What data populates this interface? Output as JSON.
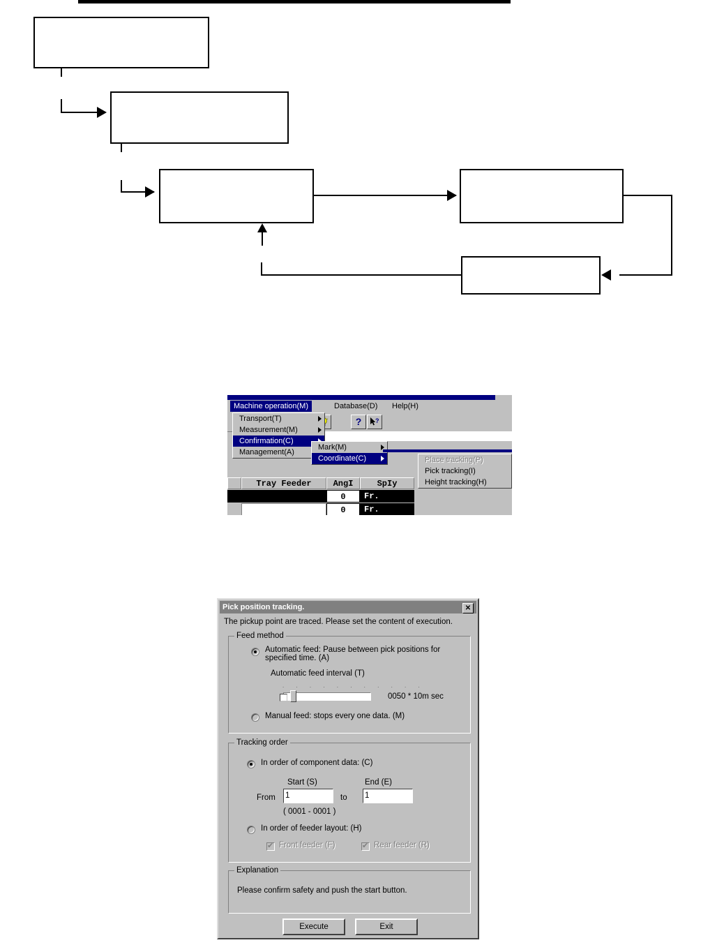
{
  "flowchart": {
    "boxes": [
      {
        "id": "box-1",
        "label": ""
      },
      {
        "id": "box-2",
        "label": ""
      },
      {
        "id": "box-3",
        "label": ""
      },
      {
        "id": "box-4",
        "label": ""
      },
      {
        "id": "box-5",
        "label": ""
      }
    ]
  },
  "menu_screenshot": {
    "menubar": [
      {
        "label": "Machine operation(M)",
        "selected": true
      },
      {
        "label": "Database(D)",
        "selected": false
      },
      {
        "label": "Help(H)",
        "selected": false
      }
    ],
    "toolbar": [
      {
        "icon": "lightbulb-icon"
      },
      {
        "icon": "question-mark-icon"
      },
      {
        "icon": "help-pointer-icon"
      }
    ],
    "menu_machine_operation": [
      {
        "label": "Transport(T)",
        "selected": false,
        "disabled": false,
        "submenu": true
      },
      {
        "label": "Measurement(M)",
        "selected": false,
        "disabled": false,
        "submenu": true
      },
      {
        "label": "Confirmation(C)",
        "selected": true,
        "disabled": false,
        "submenu": true
      },
      {
        "label": "Management(A)",
        "selected": false,
        "disabled": false,
        "submenu": true
      }
    ],
    "menu_confirmation": [
      {
        "label": "Mark(M)",
        "selected": false,
        "disabled": false,
        "submenu": true
      },
      {
        "label": "Coordinate(C)",
        "selected": true,
        "disabled": false,
        "submenu": true
      }
    ],
    "menu_coordinate": [
      {
        "label": "Place tracking(P)",
        "selected": false,
        "disabled": true,
        "submenu": false
      },
      {
        "label": "Pick tracking(I)",
        "selected": false,
        "disabled": false,
        "submenu": false
      },
      {
        "label": "Height tracking(H)",
        "selected": false,
        "disabled": false,
        "submenu": false
      }
    ],
    "grid": {
      "headers": [
        "Tray Feeder",
        "AngI",
        "SpIy"
      ],
      "rows": [
        {
          "tray_feeder": "",
          "angle": "0",
          "supply": "Fr."
        },
        {
          "tray_feeder": "",
          "angle": "0",
          "supply": "Fr."
        }
      ]
    }
  },
  "dialog": {
    "title": "Pick position tracking.",
    "close_label": "✕",
    "intro": "The pickup point are traced. Please set the content of execution.",
    "feed_method": {
      "group_label": "Feed method",
      "automatic_label": "Automatic feed:  Pause between pick positions for specified time. (A)",
      "automatic_selected": true,
      "interval_label": "Automatic feed interval (T)",
      "interval_value": "0050 * 10m sec",
      "slider_ticks": ". . . . . . . . . . .",
      "manual_label": "Manual feed: stops every one data. (M)",
      "manual_selected": false
    },
    "tracking_order": {
      "group_label": "Tracking order",
      "component_order_label": "In order of component data: (C)",
      "component_order_selected": true,
      "start_label": "Start (S)",
      "end_label": "End (E)",
      "from_label": "From",
      "to_label": "to",
      "start_value": "1",
      "end_value": "1",
      "range_text": "( 0001 - 0001 )",
      "feeder_layout_label": "In order of feeder layout: (H)",
      "feeder_layout_selected": false,
      "front_feeder_label": "Front feeder (F)",
      "front_feeder_checked": true,
      "front_feeder_disabled": true,
      "rear_feeder_label": "Rear feeder (R)",
      "rear_feeder_checked": true,
      "rear_feeder_disabled": true
    },
    "explanation": {
      "group_label": "Explanation",
      "text": "Please confirm safety and push the start button."
    },
    "buttons": {
      "execute_label": "Execute",
      "exit_label": "Exit"
    }
  }
}
